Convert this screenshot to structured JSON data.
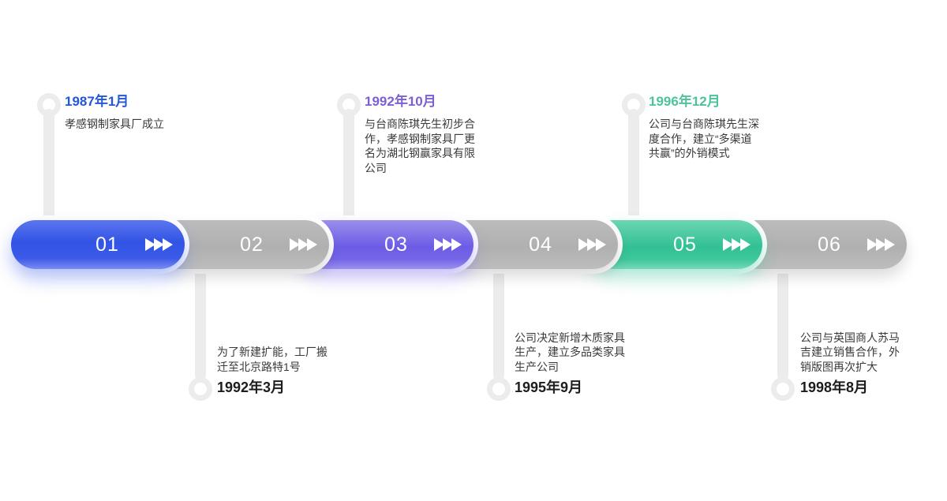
{
  "timeline": {
    "segments": [
      {
        "number": "01",
        "variant": "blue"
      },
      {
        "number": "02",
        "variant": "gray"
      },
      {
        "number": "03",
        "variant": "purple"
      },
      {
        "number": "04",
        "variant": "gray"
      },
      {
        "number": "05",
        "variant": "green"
      },
      {
        "number": "06",
        "variant": "gray"
      }
    ],
    "arrow_icon": "triple-right-chevron",
    "colors": {
      "blue_top": "#5b76ee",
      "blue_mid": "#3254e5",
      "blue_bottom": "#7b8bf2",
      "purple_top": "#9a8fea",
      "purple_mid": "#6c5ce5",
      "purple_bottom": "#9a90ee",
      "green_top": "#6cd6b2",
      "green_mid": "#32c094",
      "green_bottom": "#74d9b8",
      "gray": "#b5b5b5",
      "connector": "#ececec",
      "body_text": "#3a3a3a",
      "bottom_date_text": "#1d1d1d"
    }
  },
  "events": {
    "top": [
      {
        "date": "1987年1月",
        "accent": "#2456d8",
        "description": "孝感钢制家具厂成立"
      },
      {
        "date": "1992年10月",
        "accent": "#7c5fd6",
        "description": "与台商陈琪先生初步合\n作，孝感钢制家具厂更\n名为湖北钢赢家具有限\n公司"
      },
      {
        "date": "1996年12月",
        "accent": "#4cc39c",
        "description": "公司与台商陈琪先生深\n度合作，建立“多渠道\n共赢”的外销模式"
      }
    ],
    "bottom": [
      {
        "date": "1992年3月",
        "description": "为了新建扩能，工厂搬\n迁至北京路特1号"
      },
      {
        "date": "1995年9月",
        "description": "公司决定新增木质家具\n生产，建立多品类家具\n生产公司"
      },
      {
        "date": "1998年8月",
        "description": "公司与英国商人苏马\n吉建立销售合作，外\n销版图再次扩大"
      }
    ]
  }
}
